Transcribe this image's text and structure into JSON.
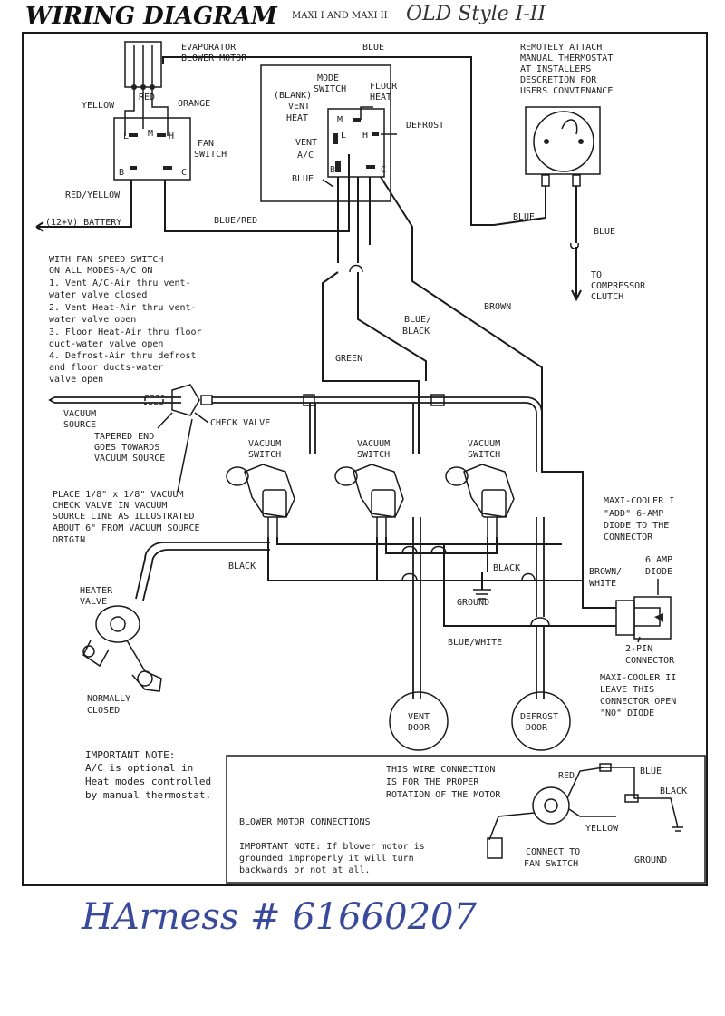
{
  "title": "WIRING DIAGRAM",
  "subtitle": "MAXI I AND MAXI II",
  "handwritten_top": "OLD Style  I-II",
  "handwritten_bottom": "HArness  #  61660207",
  "labels": {
    "evaporator_blower": [
      "EVAPORATOR",
      "BLOWER MOTOR"
    ],
    "yellow": "YELLOW",
    "red": "RED",
    "orange": "ORANGE",
    "fan_switch": [
      "FAN",
      "SWITCH"
    ],
    "fan_L": "L",
    "fan_M": "M",
    "fan_H": "H",
    "fan_B": "B",
    "fan_C": "C",
    "red_yellow": "RED/YELLOW",
    "battery": "(12+V) BATTERY",
    "blue_red": "BLUE/RED",
    "blue_top": "BLUE",
    "mode_switch": [
      "MODE",
      "SWITCH"
    ],
    "blank_vent_heat": [
      "(BLANK)",
      "VENT",
      "HEAT"
    ],
    "floor_heat": [
      "FLOOR",
      "HEAT"
    ],
    "defrost": "DEFROST",
    "vent_ac": [
      "VENT",
      "A/C"
    ],
    "mode_L": "L",
    "mode_M": "M",
    "mode_H": "H",
    "mode_B": "B",
    "mode_C": "C",
    "blue_mode": "BLUE",
    "thermostat": [
      "REMOTELY ATTACH",
      "MANUAL THERMOSTAT",
      "AT INSTALLERS",
      "DESCRETION FOR",
      "USERS CONVIENANCE"
    ],
    "blue_therm1": "BLUE",
    "blue_therm2": "BLUE",
    "compressor": [
      "TO",
      "COMPRESSOR",
      "CLUTCH"
    ],
    "brown": "BROWN",
    "blue_black": [
      "BLUE/",
      "BLACK"
    ],
    "green": "GREEN",
    "modes_text": [
      "WITH FAN SPEED SWITCH",
      "ON ALL MODES-A/C ON",
      "  1. Vent A/C-Air thru vent-",
      "     water valve closed",
      "  2. Vent Heat-Air thru vent-",
      "     water valve open",
      "  3. Floor Heat-Air thru floor",
      "     duct-water valve open",
      "  4. Defrost-Air thru defrost",
      "     and floor ducts-water",
      "     valve open"
    ],
    "vacuum_source": [
      "VACUUM",
      "SOURCE"
    ],
    "tapered_end": [
      "TAPERED END",
      "GOES TOWARDS",
      "VACUUM SOURCE"
    ],
    "check_valve": "CHECK VALVE",
    "vacuum_switch": [
      "VACUUM",
      "SWITCH"
    ],
    "place_note": [
      "PLACE 1/8\" x 1/8\" VACUUM",
      "CHECK VALVE IN VACUUM",
      "SOURCE LINE AS ILLUSTRATED",
      "ABOUT 6\" FROM VACUUM SOURCE",
      "ORIGIN"
    ],
    "black1": "BLACK",
    "black2": "BLACK",
    "ground": "GROUND",
    "heater_valve": [
      "HEATER",
      "VALVE"
    ],
    "normally_closed": [
      "NORMALLY",
      "CLOSED"
    ],
    "maxi_cooler_1": [
      "MAXI-COOLER I",
      "\"ADD\" 6-AMP",
      "DIODE TO THE",
      "CONNECTOR"
    ],
    "six_amp_diode": [
      "6 AMP",
      "DIODE"
    ],
    "brown_white": [
      "BROWN/",
      "WHITE"
    ],
    "two_pin": [
      "2-PIN",
      "CONNECTOR"
    ],
    "blue_white": "BLUE/WHITE",
    "maxi_cooler_2": [
      "MAXI-COOLER II",
      "LEAVE THIS",
      "CONNECTOR OPEN",
      "\"NO\" DIODE"
    ],
    "vent_door": [
      "VENT",
      "DOOR"
    ],
    "defrost_door": [
      "DEFROST",
      "DOOR"
    ],
    "important_note_1": [
      "IMPORTANT NOTE:",
      "A/C is optional in",
      "Heat modes controlled",
      "by manual thermostat."
    ],
    "wire_connection": [
      "THIS WIRE CONNECTION",
      "IS FOR THE PROPER",
      "ROTATION OF THE MOTOR"
    ],
    "blower_red": "RED",
    "blower_blue": "BLUE",
    "blower_black": "BLACK",
    "blower_yellow": "YELLOW",
    "blower_ground": "GROUND",
    "blower_motor_conn": "BLOWER MOTOR CONNECTIONS",
    "important_note_2": [
      "IMPORTANT NOTE: If blower motor is",
      "grounded improperly it will turn",
      "backwards or not at all."
    ],
    "connect_fan": [
      "CONNECT TO",
      "FAN SWITCH"
    ]
  }
}
